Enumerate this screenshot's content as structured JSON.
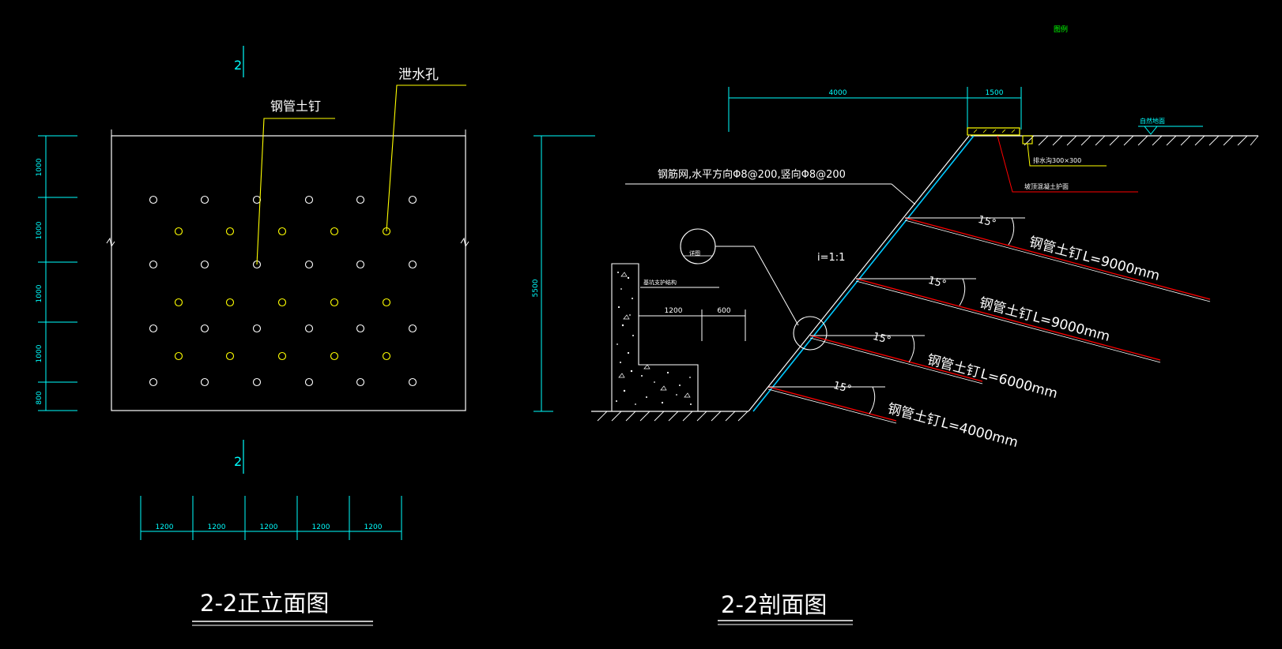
{
  "colors": {
    "background": "#000000",
    "line_white": "#ffffff",
    "dimension_cyan": "#00ffff",
    "leader_yellow": "#ffff00",
    "nail_red": "#ff0000",
    "facing_blue": "#00c8ff"
  },
  "elevation": {
    "title": "2-2正立面图",
    "section_mark_top": "2",
    "section_mark_bottom": "2",
    "label_drain_hole": "泄水孔",
    "label_nail": "钢管土钉",
    "vertical_dims": [
      "1000",
      "1000",
      "1000",
      "1000",
      "800"
    ],
    "horizontal_dims": [
      "1200",
      "1200",
      "1200",
      "1200",
      "1200"
    ]
  },
  "section": {
    "title": "2-2剖面图",
    "top_note": "图例",
    "dim_top_left": "4000",
    "dim_top_right": "1500",
    "dim_height": "5500",
    "ground_label": "自然地面",
    "label_mesh": "钢筋网,水平方向Φ8@200,竖向Φ8@200",
    "label_drain_ditch": "排水沟300×300",
    "label_crown": "坡顶混凝土护面",
    "slope_ratio": "i=1:1",
    "detail_circle_label": "详图",
    "wall_label": "基坑支护结构",
    "dim_wall_a": "1200",
    "dim_wall_b": "600",
    "nails": [
      {
        "angle": "15°",
        "name": "钢管土钉",
        "length": "L=9000mm"
      },
      {
        "angle": "15°",
        "name": "钢管土钉",
        "length": "L=9000mm"
      },
      {
        "angle": "15°",
        "name": "钢管土钉",
        "length": "L=6000mm"
      },
      {
        "angle": "15°",
        "name": "钢管土钉",
        "length": "L=4000mm"
      }
    ]
  }
}
